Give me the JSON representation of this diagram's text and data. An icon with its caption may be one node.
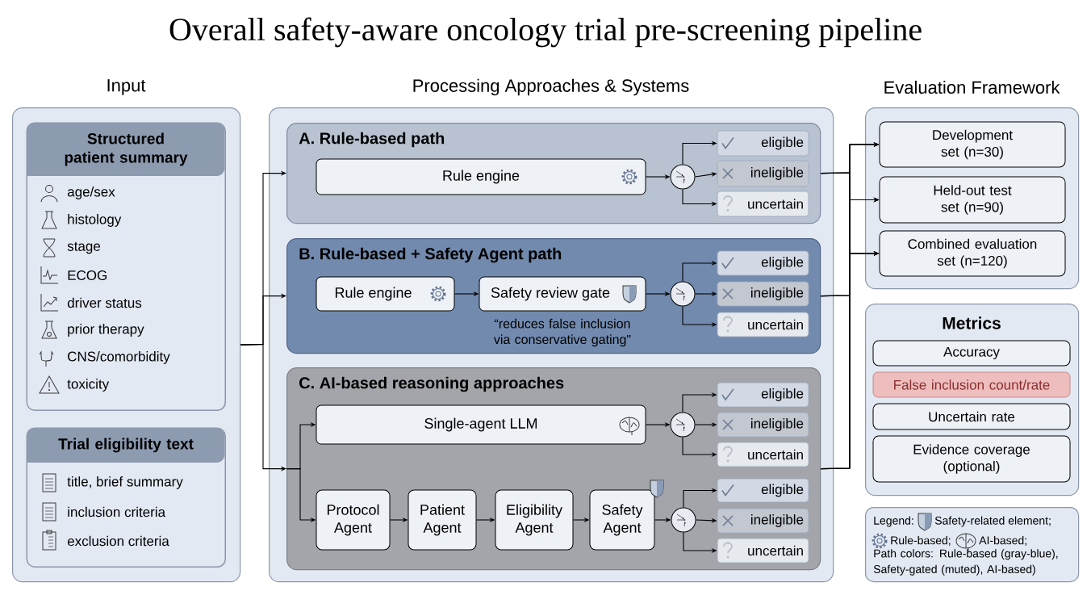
{
  "diagram": {
    "title": "Overall safety-aware oncology trial pre-screening pipeline",
    "nodes": [
      {
        "text": [
          "Input"
        ]
      },
      {
        "text": [
          "Structured patient summary",
          "age/sex",
          "histology",
          "stage",
          "ECOG",
          "driver status",
          "prior therapy",
          "CNS/comorbidity",
          "toxicity"
        ],
        "in": 0
      },
      {
        "text": [
          "Trial eligibility text",
          "title, brief summary",
          "inclusion criteria",
          "exclusion criteria"
        ],
        "in": 0
      },
      {
        "text": [
          "Processing Approaches & Systems"
        ]
      },
      {
        "text": [
          "A. Rule-based path"
        ],
        "in": 3
      },
      {
        "text": [
          "Rule engine"
        ],
        "in": 4
      },
      {
        "text": [],
        "shape": "circle",
        "in": 4
      },
      {
        "text": [
          "eligible"
        ],
        "in": 4
      },
      {
        "text": [
          "ineligible"
        ],
        "in": 4
      },
      {
        "text": [
          "uncertain"
        ],
        "in": 4
      },
      {
        "text": [
          "B. Rule-based + Safety Agent path"
        ],
        "in": 3
      },
      {
        "text": [
          "Rule engine"
        ],
        "in": 10
      },
      {
        "text": [
          "Safety review gate"
        ],
        "beside": [
          "“reduces false inclusion via conservative gating\""
        ],
        "in": 10
      },
      {
        "text": [],
        "shape": "circle",
        "in": 10
      },
      {
        "text": [
          "eligible"
        ],
        "in": 10
      },
      {
        "text": [
          "ineligible"
        ],
        "in": 10
      },
      {
        "text": [
          "uncertain"
        ],
        "in": 10
      },
      {
        "text": [
          "C. AI-based reasoning approaches"
        ],
        "in": 3
      },
      {
        "text": [
          "Single-agent LLM"
        ],
        "in": 17
      },
      {
        "text": [],
        "shape": "circle",
        "in": 17
      },
      {
        "text": [
          "eligible"
        ],
        "in": 17
      },
      {
        "text": [
          "ineligible"
        ],
        "in": 17
      },
      {
        "text": [
          "uncertain"
        ],
        "in": 17
      },
      {
        "text": [
          "Protocol Agent"
        ],
        "in": 17
      },
      {
        "text": [
          "Patient Agent"
        ],
        "in": 17
      },
      {
        "text": [
          "Eligibility Agent"
        ],
        "in": 17
      },
      {
        "text": [
          "Safety Agent"
        ],
        "in": 17
      },
      {
        "text": [],
        "shape": "circle",
        "in": 17
      },
      {
        "text": [
          "eligible"
        ],
        "in": 17
      },
      {
        "text": [
          "ineligible"
        ],
        "in": 17
      },
      {
        "text": [
          "uncertain"
        ],
        "in": 17
      },
      {
        "text": [
          "Evaluation Framework"
        ]
      },
      {
        "text": [
          "Development set (n=30)"
        ],
        "in": 31
      },
      {
        "text": [
          "Held-out test set (n=90)"
        ],
        "in": 31
      },
      {
        "text": [
          "Combined evaluation set (n=120)"
        ],
        "in": 31
      },
      {
        "text": [
          "Metrics"
        ]
      },
      {
        "text": [
          "Accuracy"
        ],
        "in": 35
      },
      {
        "text": [
          "False inclusion count/rate"
        ],
        "in": 35
      },
      {
        "text": [
          "Uncertain rate"
        ],
        "in": 35
      },
      {
        "text": [
          "Evidence coverage (optional)"
        ],
        "in": 35
      },
      {
        "text": [
          "Legend:",
          "Safety-related element;",
          "Rule-based;",
          "AI-based;",
          "Path colors: Rule-based (gray-blue), Safety-gated (muted), AI-based)"
        ]
      }
    ],
    "edges": [
      {
        "from": 0,
        "to": 4,
        "arrow": "to"
      },
      {
        "from": 0,
        "to": 10,
        "arrow": "to"
      },
      {
        "from": 0,
        "to": 17,
        "arrow": "to"
      },
      {
        "from": 5,
        "to": 6,
        "arrow": "to"
      },
      {
        "from": 6,
        "to": 7,
        "arrow": "to"
      },
      {
        "from": 6,
        "to": 8,
        "arrow": "to"
      },
      {
        "from": 6,
        "to": 9,
        "arrow": "to"
      },
      {
        "from": 11,
        "to": 12,
        "arrow": "to"
      },
      {
        "from": 12,
        "to": 13,
        "arrow": "to"
      },
      {
        "from": 13,
        "to": 14,
        "arrow": "to"
      },
      {
        "from": 13,
        "to": 15,
        "arrow": "to"
      },
      {
        "from": 13,
        "to": 16,
        "arrow": "to"
      },
      {
        "from": 17,
        "to": 18,
        "arrow": "to"
      },
      {
        "from": 17,
        "to": 23,
        "arrow": "to"
      },
      {
        "from": 18,
        "to": 19,
        "arrow": "to"
      },
      {
        "from": 19,
        "to": 20,
        "arrow": "to"
      },
      {
        "from": 19,
        "to": 21,
        "arrow": "to"
      },
      {
        "from": 19,
        "to": 22,
        "arrow": "to"
      },
      {
        "from": 23,
        "to": 24,
        "arrow": "to"
      },
      {
        "from": 24,
        "to": 25,
        "arrow": "to"
      },
      {
        "from": 25,
        "to": 26,
        "arrow": "to"
      },
      {
        "from": 26,
        "to": 27,
        "arrow": "to"
      },
      {
        "from": 27,
        "to": 28,
        "arrow": "to"
      },
      {
        "from": 27,
        "to": 29,
        "arrow": "to"
      },
      {
        "from": 27,
        "to": 30,
        "arrow": "to"
      },
      {
        "from": 4,
        "to": 32,
        "arrow": "to"
      },
      {
        "from": 4,
        "to": 33,
        "arrow": "to"
      },
      {
        "from": 4,
        "to": 34,
        "arrow": "to"
      },
      {
        "from": 10,
        "to": 32,
        "arrow": "to"
      },
      {
        "from": 10,
        "to": 33,
        "arrow": "to"
      },
      {
        "from": 10,
        "to": 34,
        "arrow": "to"
      },
      {
        "from": 17,
        "to": 32,
        "arrow": "to"
      },
      {
        "from": 17,
        "to": 33,
        "arrow": "to"
      },
      {
        "from": 17,
        "to": 34,
        "arrow": "to"
      }
    ]
  }
}
